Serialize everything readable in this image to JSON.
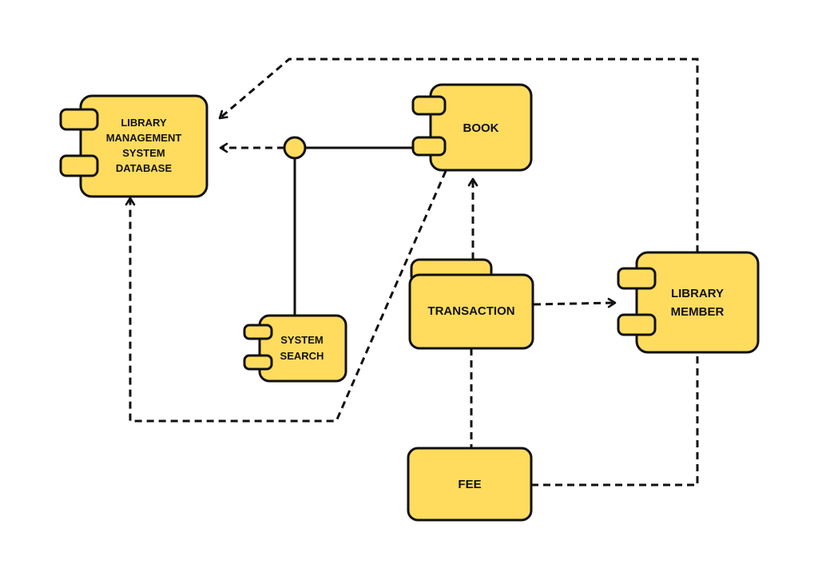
{
  "colors": {
    "component_fill": "#FFDC5E",
    "outline": "#111111",
    "background": "#FFFFFF"
  },
  "components": {
    "database": {
      "line1": "LIBRARY",
      "line2": "MANAGEMENT",
      "line3": "SYSTEM",
      "line4": "DATABASE"
    },
    "book": {
      "label": "BOOK"
    },
    "system_search": {
      "line1": "SYSTEM",
      "line2": "SEARCH"
    },
    "transaction": {
      "label": "TRANSACTION"
    },
    "library_member": {
      "line1": "LIBRARY",
      "line2": "MEMBER"
    },
    "fee": {
      "label": "FEE"
    }
  }
}
